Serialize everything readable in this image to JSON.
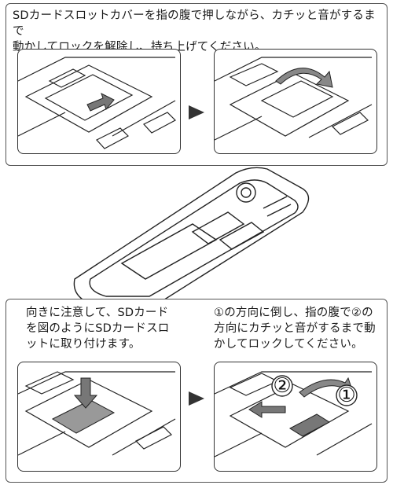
{
  "steps": {
    "step1_text": "SDカードスロットカバーを指の腹で押しながら、カチッと音がするまで\n動かしてロックを解除し、持ち上げてください。",
    "step2_text": "向きに注意して、SDカード\nを図のようにSDカードスロ\nットに取り付けます。",
    "step3_text": "①の方向に倒し、指の腹で②の\n方向にカチッと音がするまで動\nかしてロックしてください。"
  },
  "markers": {
    "one": "①",
    "two": "②"
  },
  "icons": [
    "triangle-right-icon",
    "phone-illustration"
  ]
}
